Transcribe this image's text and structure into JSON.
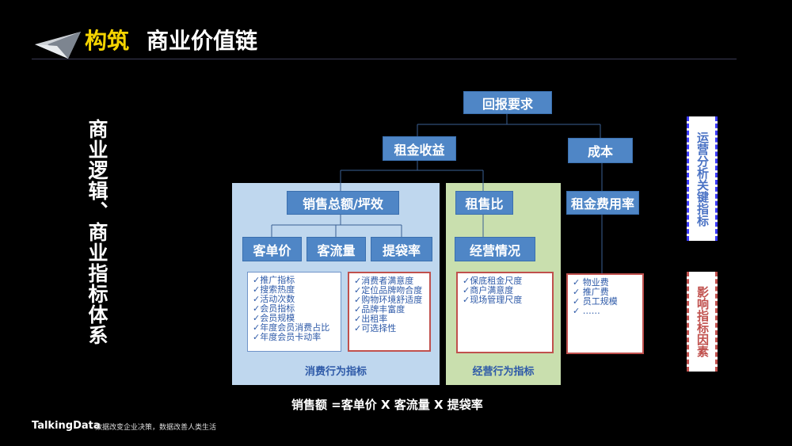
{
  "title": {
    "accent": "构筑",
    "main": "商业价值链"
  },
  "vertical_title": "商业逻辑、商业指标体系",
  "nodes": {
    "root": "回报要求",
    "rent_income": "租金收益",
    "cost": "成本",
    "sales": "销售总额/坪效",
    "rent_ratio": "租售比",
    "rent_cost_rate": "租金费用率",
    "unit_price": "客单价",
    "traffic": "客流量",
    "bag_rate": "提袋率",
    "operation": "经营情况"
  },
  "lists": {
    "marketing": [
      "✓推广指标",
      "✓搜索热度",
      "✓活动次数",
      "✓会员指标",
      "✓会员规模",
      "✓年度会员消费占比",
      "✓年度会员卡动率"
    ],
    "satisfaction": [
      "✓消费者满意度",
      "✓定位品牌吻合度",
      "✓购物环境舒适度",
      "✓品牌丰富度",
      "✓出租率",
      "✓可选择性"
    ],
    "operation": [
      "✓保底租金尺度",
      "✓商户满意度",
      "✓现场管理尺度"
    ],
    "costs": [
      "✓ 物业费",
      "✓ 推广费",
      "✓ 员工规模",
      "✓ ……"
    ]
  },
  "panels": {
    "consumer": "消费行为指标",
    "business": "经营行为指标"
  },
  "side": {
    "ops": "运营分析关键指标",
    "factors": "影响指标因素"
  },
  "formula": "销售额 =客单价 X 客流量 X 提袋率",
  "brand": "TalkingData",
  "slogan": "数据改变企业决策，数据改善人类生活"
}
